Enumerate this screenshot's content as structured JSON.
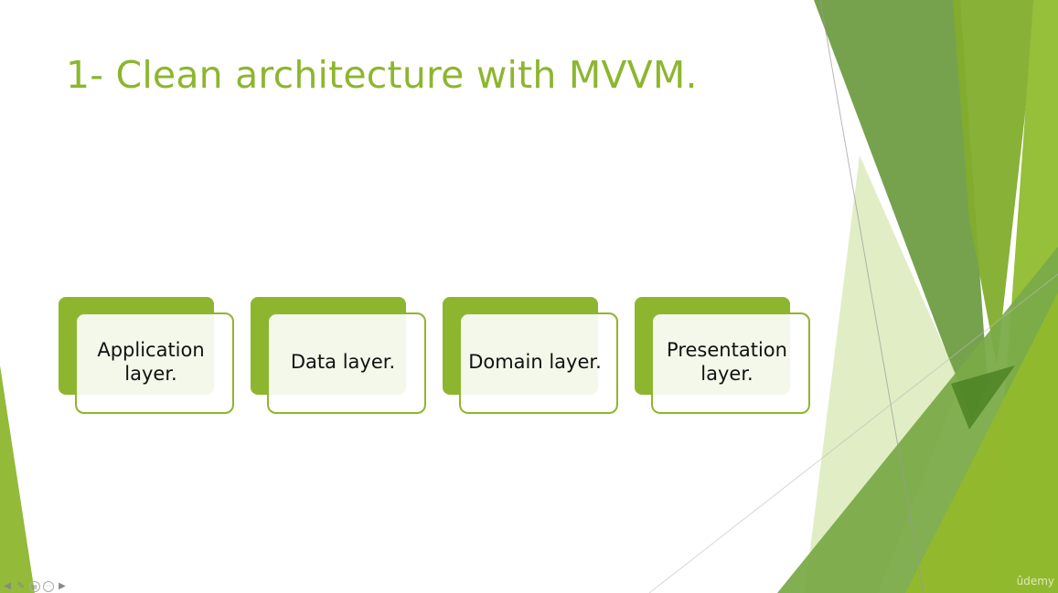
{
  "slide": {
    "title": "1- Clean architecture with MVVM.",
    "cards": [
      {
        "label": "Application layer."
      },
      {
        "label": "Data layer."
      },
      {
        "label": "Domain layer."
      },
      {
        "label": "Presentation layer."
      }
    ]
  },
  "controls": {
    "prev_icon": "◀",
    "pen_icon": "✎",
    "slides_icon": "▤",
    "more_icon": "···",
    "next_icon": "▶"
  },
  "watermark": "ûdemy",
  "colors": {
    "accent": "#8db62e",
    "dark_green": "#6a9a3f",
    "mid_green": "#7aab48",
    "light_green": "#d4e6ad"
  }
}
